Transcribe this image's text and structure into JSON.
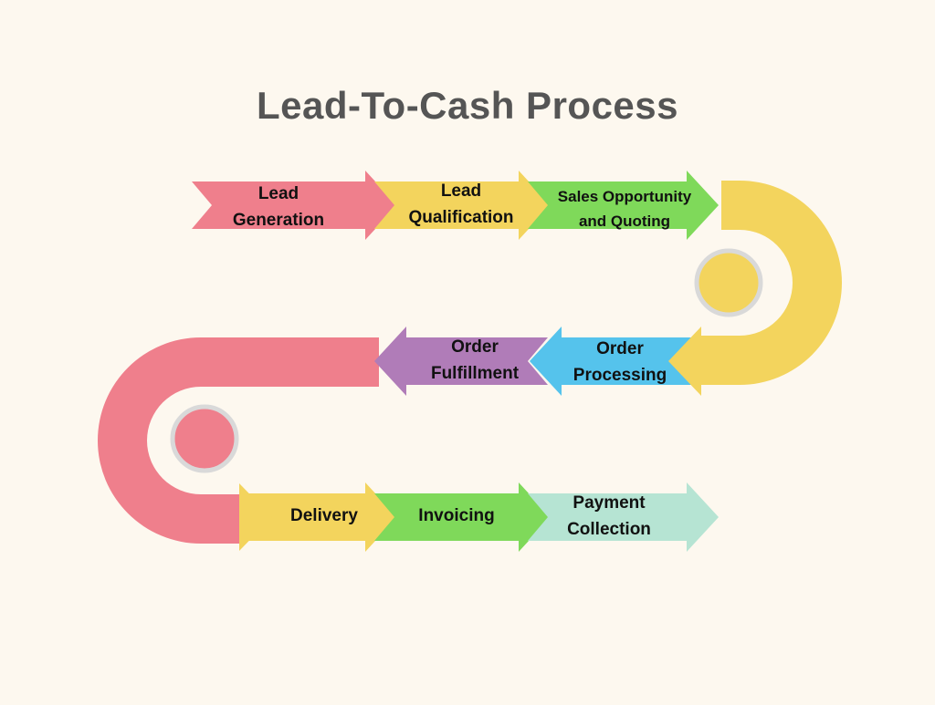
{
  "title": "Lead-To-Cash Process",
  "steps": [
    {
      "label": "Lead Generation",
      "line1": "Lead",
      "line2": "Generation",
      "color": "#ef7f8c"
    },
    {
      "label": "Lead Qualification",
      "line1": "Lead",
      "line2": "Qualification",
      "color": "#f3d45d"
    },
    {
      "label": "Sales Opportunity and Quoting",
      "line1": "Sales Opportunity",
      "line2": "and Quoting",
      "color": "#7fd95a"
    },
    {
      "label": "Order Processing",
      "line1": "Order",
      "line2": "Processing",
      "color": "#55c3ec"
    },
    {
      "label": "Order Fulfillment",
      "line1": "Order",
      "line2": "Fulfillment",
      "color": "#b07cb8"
    },
    {
      "label": "Delivery",
      "line1": "Delivery",
      "line2": "",
      "color": "#f3d45d"
    },
    {
      "label": "Invoicing",
      "line1": "Invoicing",
      "line2": "",
      "color": "#7fd95a"
    },
    {
      "label": "Payment Collection",
      "line1": "Payment",
      "line2": "Collection",
      "color": "#b6e4d3"
    }
  ],
  "connectors": {
    "right_curve_color": "#f3d45d",
    "left_curve_color": "#ef7f8c",
    "ring_color": "#d9d9d9"
  }
}
